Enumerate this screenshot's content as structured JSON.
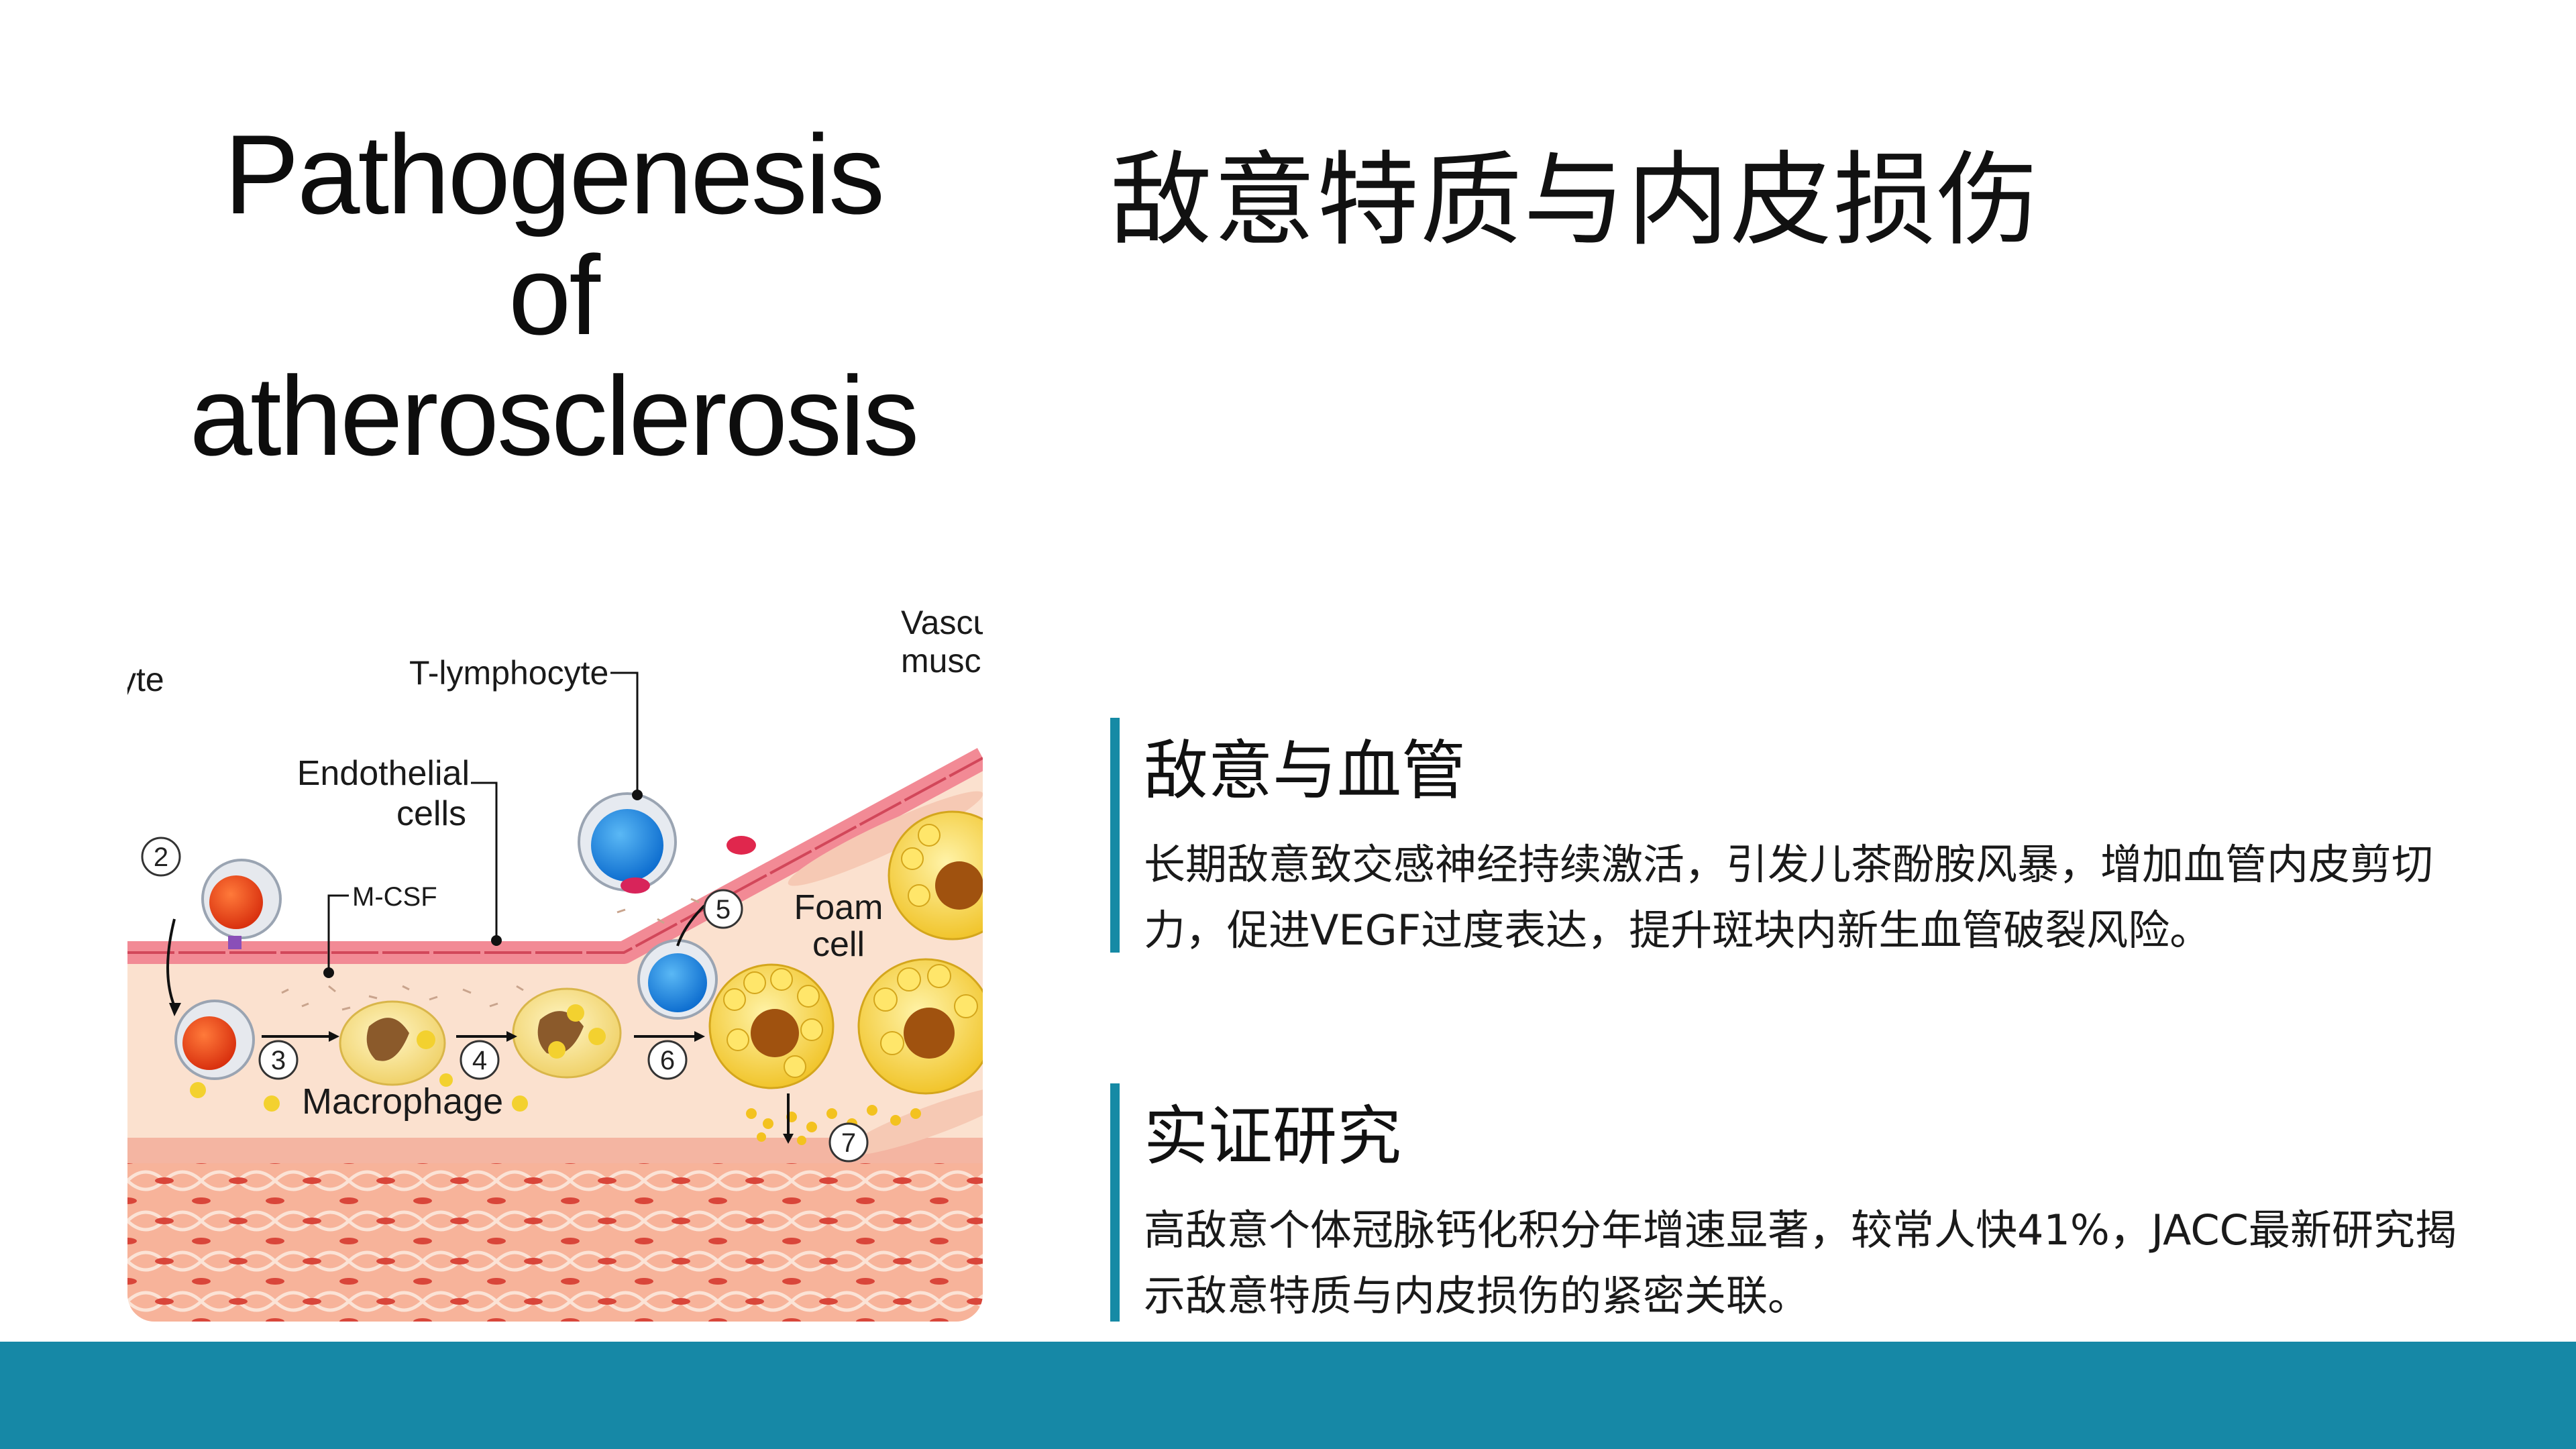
{
  "slide": {
    "title": "敌意特质与内皮损伤",
    "accent_color": "#168aa5"
  },
  "figure": {
    "title_line1": "Pathogenesis",
    "title_line2": "of atherosclerosis",
    "labels": {
      "monocyte_partial": "yte",
      "t_lymphocyte": "T-lymphocyte",
      "endothelial_line1": "Endothelial",
      "endothelial_line2": "cells",
      "mcsf": "M-CSF",
      "macrophage": "Macrophage",
      "foam_line1": "Foam",
      "foam_line2": "cell",
      "vascular_line1": "Vascu",
      "vascular_line2": "musc"
    },
    "steps": [
      "2",
      "3",
      "4",
      "5",
      "6",
      "7"
    ]
  },
  "sections": [
    {
      "heading": "敌意与血管",
      "body": "长期敌意致交感神经持续激活，引发儿茶酚胺风暴，增加血管内皮剪切力，促进VEGF过度表达，提升斑块内新生血管破裂风险。"
    },
    {
      "heading": "实证研究",
      "body": "高敌意个体冠脉钙化积分年增速显著，较常人快41%，JACC最新研究揭示敌意特质与内皮损伤的紧密关联。"
    }
  ]
}
